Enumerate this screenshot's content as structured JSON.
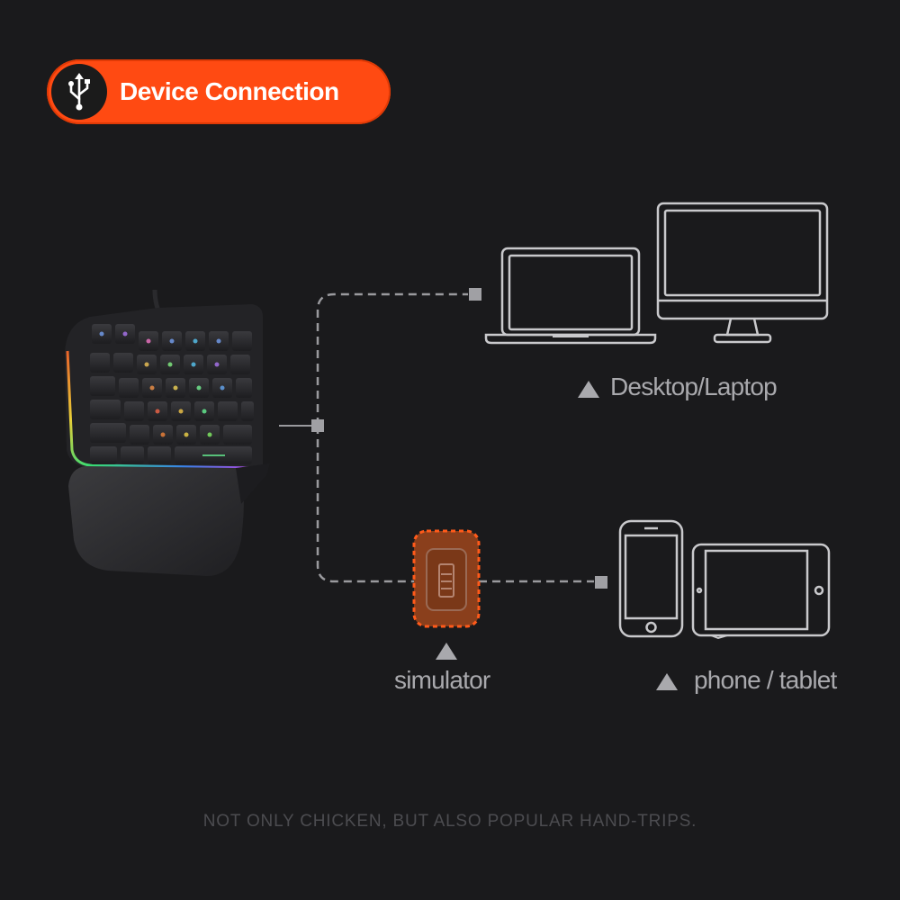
{
  "header": {
    "title": "Device Connection",
    "accent_color": "#ff4a12",
    "icon": "usb-icon"
  },
  "devices": {
    "desktop_laptop_label": "Desktop/Laptop",
    "simulator_label": "simulator",
    "phone_tablet_label": "phone / tablet"
  },
  "footer": {
    "tagline": "NOT ONLY CHICKEN, BUT ALSO POPULAR HAND-TRIPS."
  }
}
